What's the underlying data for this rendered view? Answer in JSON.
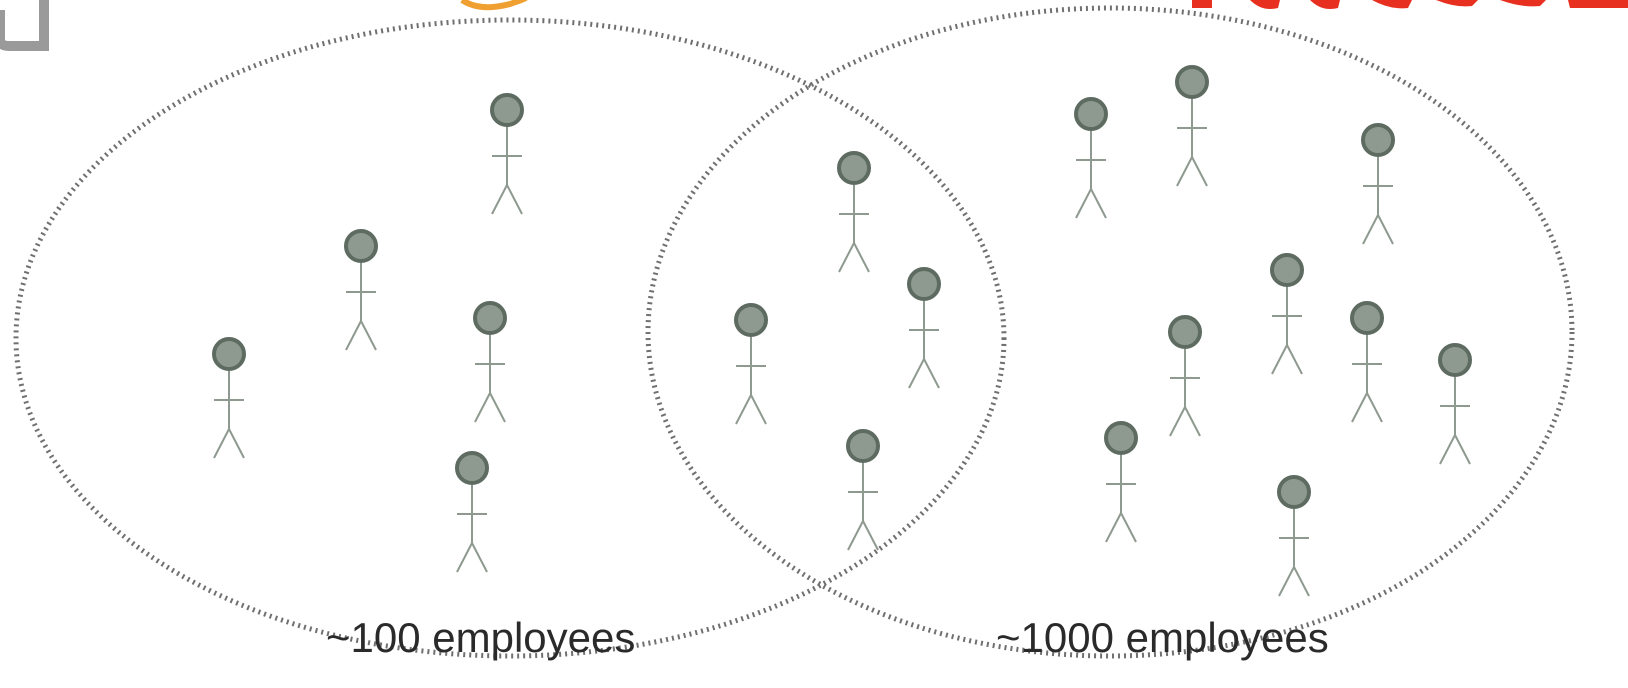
{
  "groups": [
    {
      "label": "~100 employees"
    },
    {
      "label": "~1000 employees"
    }
  ],
  "colors": {
    "ellipse_dots": "#707070",
    "head_fill": "#8e9a8f",
    "head_stroke": "#5d6b60",
    "body_stroke": "#8e9a8f",
    "logo_gray": "#9a9a9a",
    "logo_orange": "#f0a030",
    "logo_red": "#e83020"
  },
  "icons": [
    "person-icon",
    "logo-fragment"
  ]
}
